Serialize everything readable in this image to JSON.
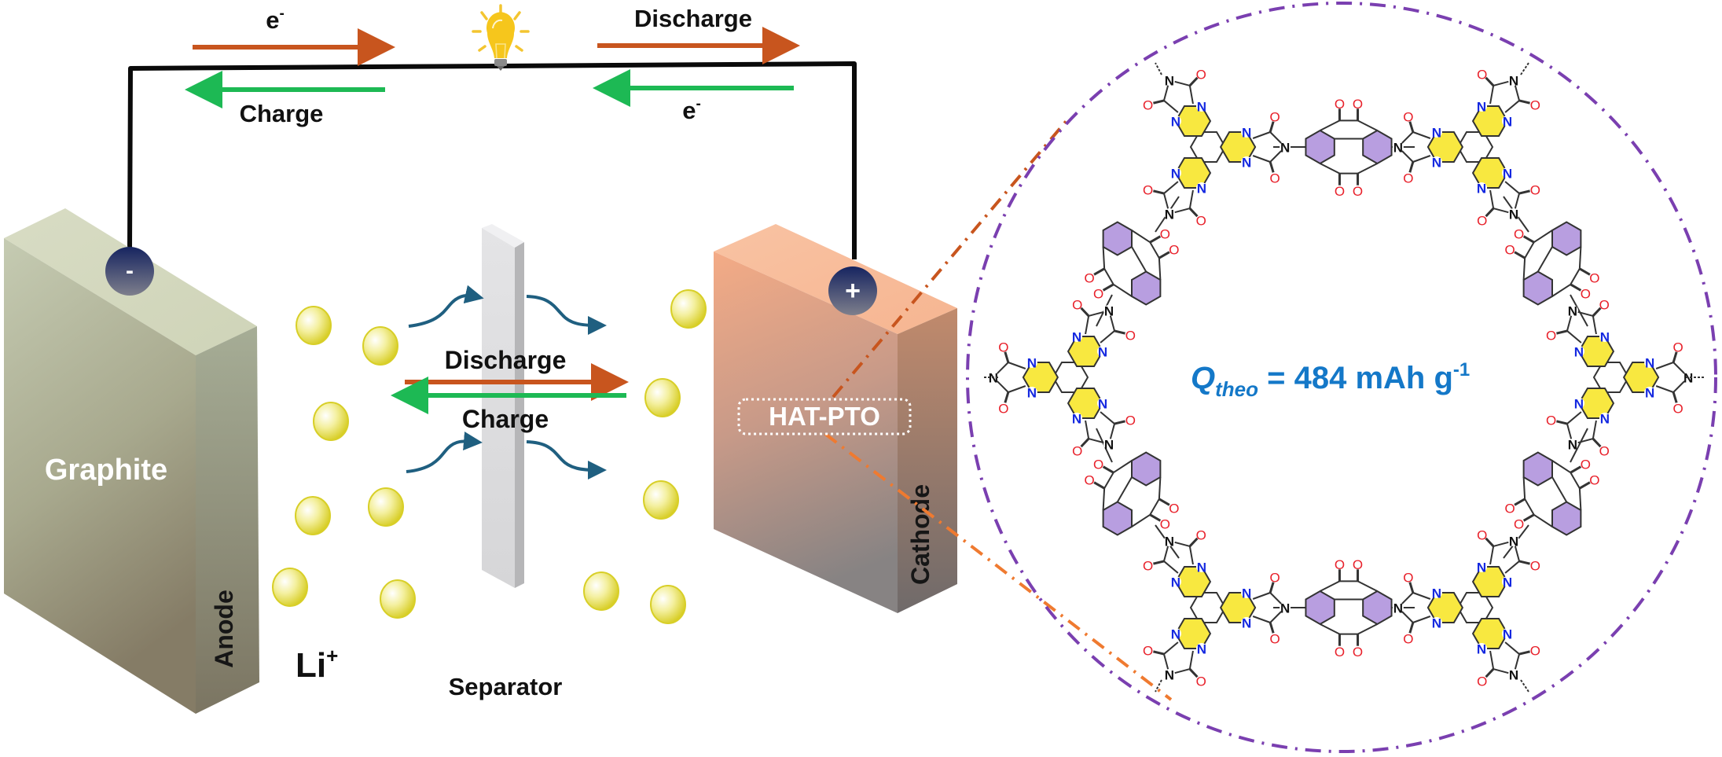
{
  "circuit": {
    "top_left_label": "e",
    "top_left_label_sup": "-",
    "top_left_charge_label": "Charge",
    "top_right_label": "Discharge",
    "top_right_e_label": "e",
    "top_right_e_sup": "-"
  },
  "anode": {
    "material": "Graphite",
    "side_label": "Anode",
    "terminal": "-"
  },
  "cathode": {
    "material": "HAT-PTO",
    "side_label": "Cathode",
    "terminal": "+"
  },
  "electrolyte": {
    "ion_label": "Li",
    "ion_charge": "+",
    "discharge_label": "Discharge",
    "charge_label": "Charge",
    "separator_label": "Separator"
  },
  "molecule": {
    "formula_q": "Q",
    "formula_sub": "theo",
    "formula_rest": " = 484 mAh g",
    "formula_sup": "-1",
    "atom_O": "O",
    "atom_N": "N"
  },
  "colors": {
    "discharge_arrow": "#c8551e",
    "charge_arrow": "#1db954",
    "ion_flow_arrow": "#1f5f80",
    "circle_outline": "#7a3fb0",
    "zoom_lines": "#e0702a",
    "formula": "#1478c8",
    "hat_ring": "#f8e840",
    "pto_ring": "#b89ee0",
    "li_ion": "#e8e04a"
  }
}
